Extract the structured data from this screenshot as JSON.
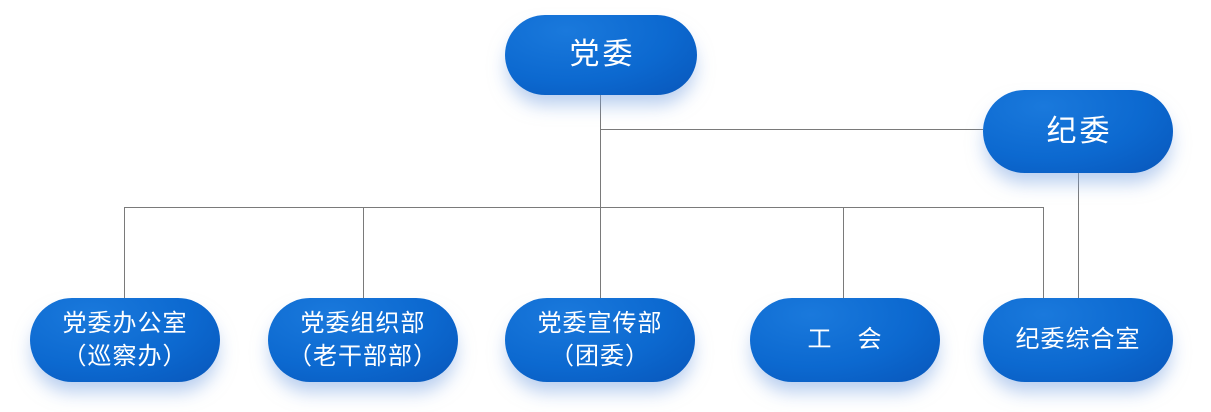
{
  "diagram": {
    "type": "org-chart",
    "title": ""
  },
  "theme": {
    "background_color": "#ffffff",
    "node_gradient_top": "#1a79dc",
    "node_gradient_mid": "#0c69d0",
    "node_gradient_bottom": "#0856ba",
    "node_text_color": "#ffffff",
    "node_shadow_color": "rgba(125,165,225,0.55)",
    "connector_color": "#7a7a7a"
  },
  "nodes": {
    "party_committee": {
      "label": "党委"
    },
    "discipline_committee": {
      "label": "纪委"
    },
    "party_office": {
      "label": "党委办公室\n（巡察办）"
    },
    "organization_dept": {
      "label": "党委组织部\n（老干部部）"
    },
    "publicity_dept": {
      "label": "党委宣传部\n（团委）"
    },
    "labor_union": {
      "label": "工　会"
    },
    "discipline_office": {
      "label": "纪委综合室"
    }
  },
  "relations": [
    {
      "parent": "党委",
      "children": [
        "纪委",
        "党委办公室（巡察办）",
        "党委组织部（老干部部）",
        "党委宣传部（团委）",
        "工　会",
        "纪委综合室"
      ]
    },
    {
      "parent": "纪委",
      "children": [
        "纪委综合室"
      ]
    }
  ]
}
